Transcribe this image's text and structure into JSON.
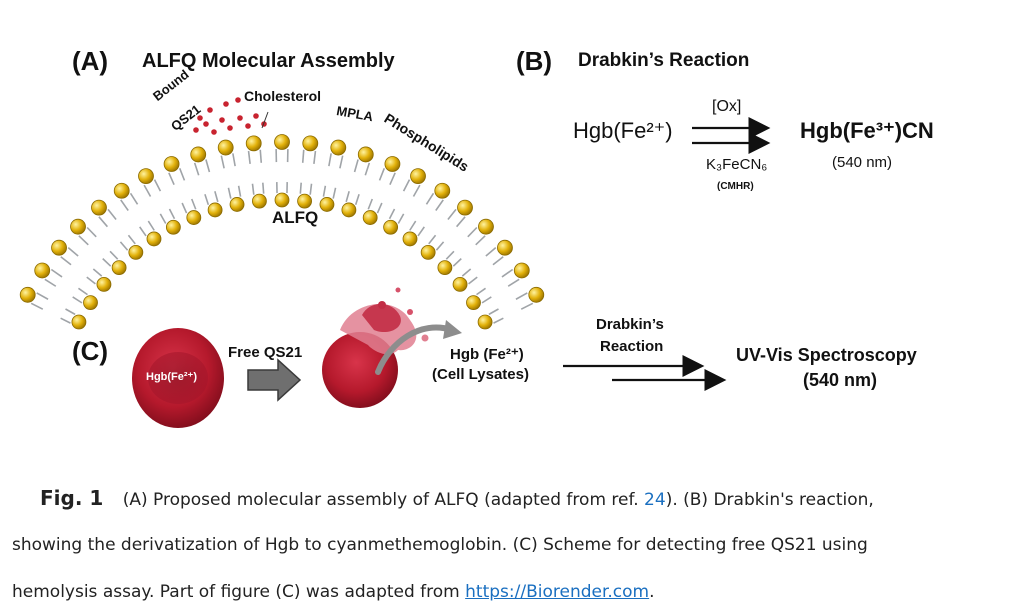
{
  "panel_a": {
    "letter": "(A)",
    "title": "ALFQ Molecular Assembly",
    "labels": {
      "bound_line1": "Bound",
      "bound_line2": "QS21",
      "cholesterol": "Cholesterol",
      "mpla": "MPLA",
      "phospholipids": "Phospholipids",
      "alfq": "ALFQ"
    }
  },
  "panel_b": {
    "letter": "(B)",
    "title": "Drabkin’s Reaction",
    "reactant": "Hgb(Fe²⁺)",
    "product": "Hgb(Fe³⁺)CN",
    "above_arrow": "[Ox]",
    "below_arrow": "K₃FeCN₆",
    "below_arrow_sub": "(CMHR)",
    "product_wavelength": "(540 nm)"
  },
  "panel_c": {
    "letter": "(C)",
    "cell_label": "Hgb(Fe²⁺)",
    "free_qs21": "Free QS21",
    "hgb_line1": "Hgb (Fe²⁺)",
    "hgb_line2": "(Cell Lysates)",
    "drabkin_line1": "Drabkin’s",
    "drabkin_line2": "Reaction",
    "uv_line1": "UV-Vis Spectroscopy",
    "uv_line2": "(540 nm)"
  },
  "caption": {
    "fig_label": "Fig. 1",
    "line1_text": "(A) Proposed molecular assembly of ALFQ (adapted from ref.",
    "ref_number": "24",
    "line1_after": "). (B) Drabkin's reaction,",
    "line2": "showing the derivatization of Hgb to cyanmethemoglobin. (C) Scheme for detecting free QS21 using",
    "line3_before": "hemolysis assay. Part of figure (C) was adapted from",
    "link_text": "https://Biorender.com",
    "line3_after": "."
  },
  "colors": {
    "head_gold": "#e2b10a",
    "head_stroke": "#8a6a00",
    "tail_gray": "#9a9ea3",
    "qs21_red": "#c8232f",
    "rbc_red": "#b5192c",
    "rbc_dark": "#8c0f1f",
    "link_blue": "#1a6fc0"
  }
}
